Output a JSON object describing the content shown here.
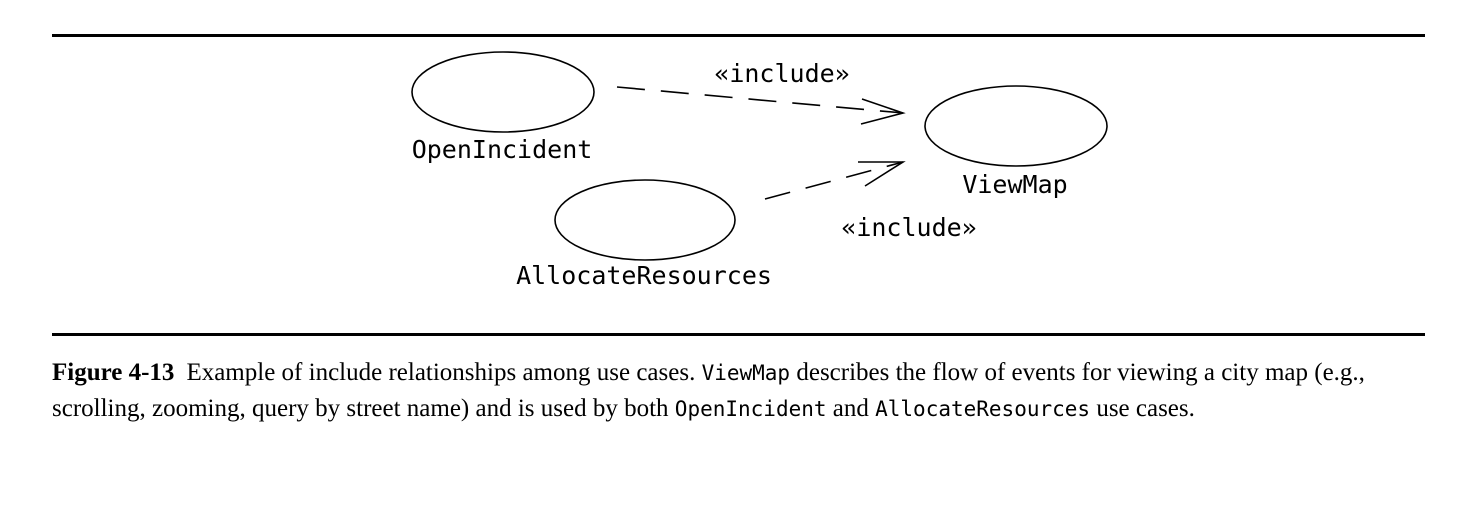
{
  "diagram": {
    "use_cases": [
      {
        "id": "open-incident",
        "label": "OpenIncident"
      },
      {
        "id": "allocate-resources",
        "label": "AllocateResources"
      },
      {
        "id": "view-map",
        "label": "ViewMap"
      }
    ],
    "relationships": [
      {
        "from": "OpenIncident",
        "to": "ViewMap",
        "stereotype": "«include»"
      },
      {
        "from": "AllocateResources",
        "to": "ViewMap",
        "stereotype": "«include»"
      }
    ]
  },
  "caption": {
    "figure_number": "Figure 4-13",
    "text_1": "Example of include relationships among use cases. ",
    "code_1": "ViewMap",
    "text_2": " describes the flow of events for viewing a city map (e.g., scrolling, zooming, query by street name) and is used by both ",
    "code_2": "OpenIncident",
    "text_3": " and ",
    "code_3": "AllocateResources",
    "text_4": " use cases."
  }
}
